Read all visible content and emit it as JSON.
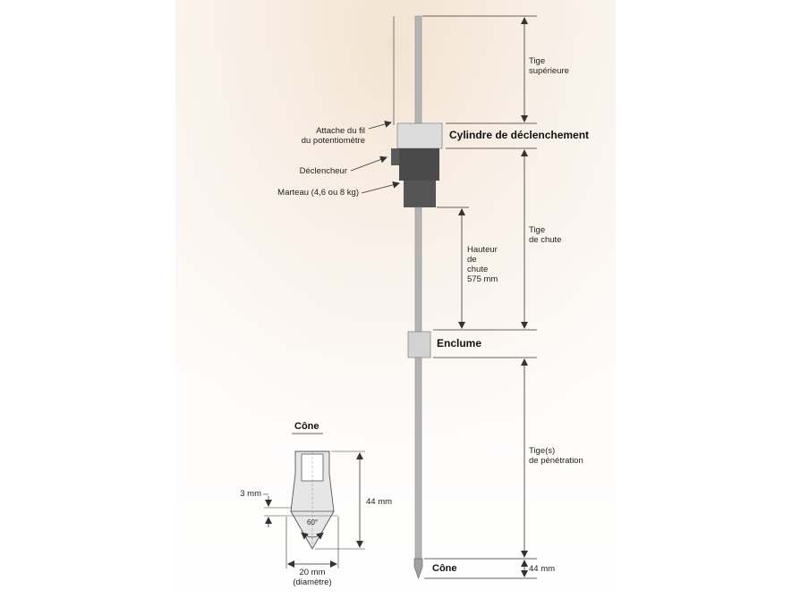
{
  "labels": {
    "tige_superieure": "Tige\nsupérieure",
    "attache_fil": "Attache du fil\ndu potentiomètre",
    "cylindre": "Cylindre de déclenchement",
    "declencheur": "Déclencheur",
    "marteau": "Marteau (4,6 ou 8 kg)",
    "tige_chute": "Tige\nde chute",
    "hauteur_chute": "Hauteur\nde\nchute\n575 mm",
    "enclume": "Enclume",
    "tiges_penetration": "Tige(s)\nde pénétration",
    "cone_tip": "Cône",
    "cone_length": "44 mm",
    "cone_detail_title": "Cône",
    "detail_3mm": "3 mm",
    "detail_44mm": "44 mm",
    "detail_angle": "60°",
    "detail_diameter": "20 mm\n(diamètre)"
  },
  "colors": {
    "rod": "#b4b4b4",
    "cylinder": "#dcdcdc",
    "hammer": "#4a4a4a",
    "anvil": "#d2d2d2",
    "dimension_line": "#333333"
  }
}
